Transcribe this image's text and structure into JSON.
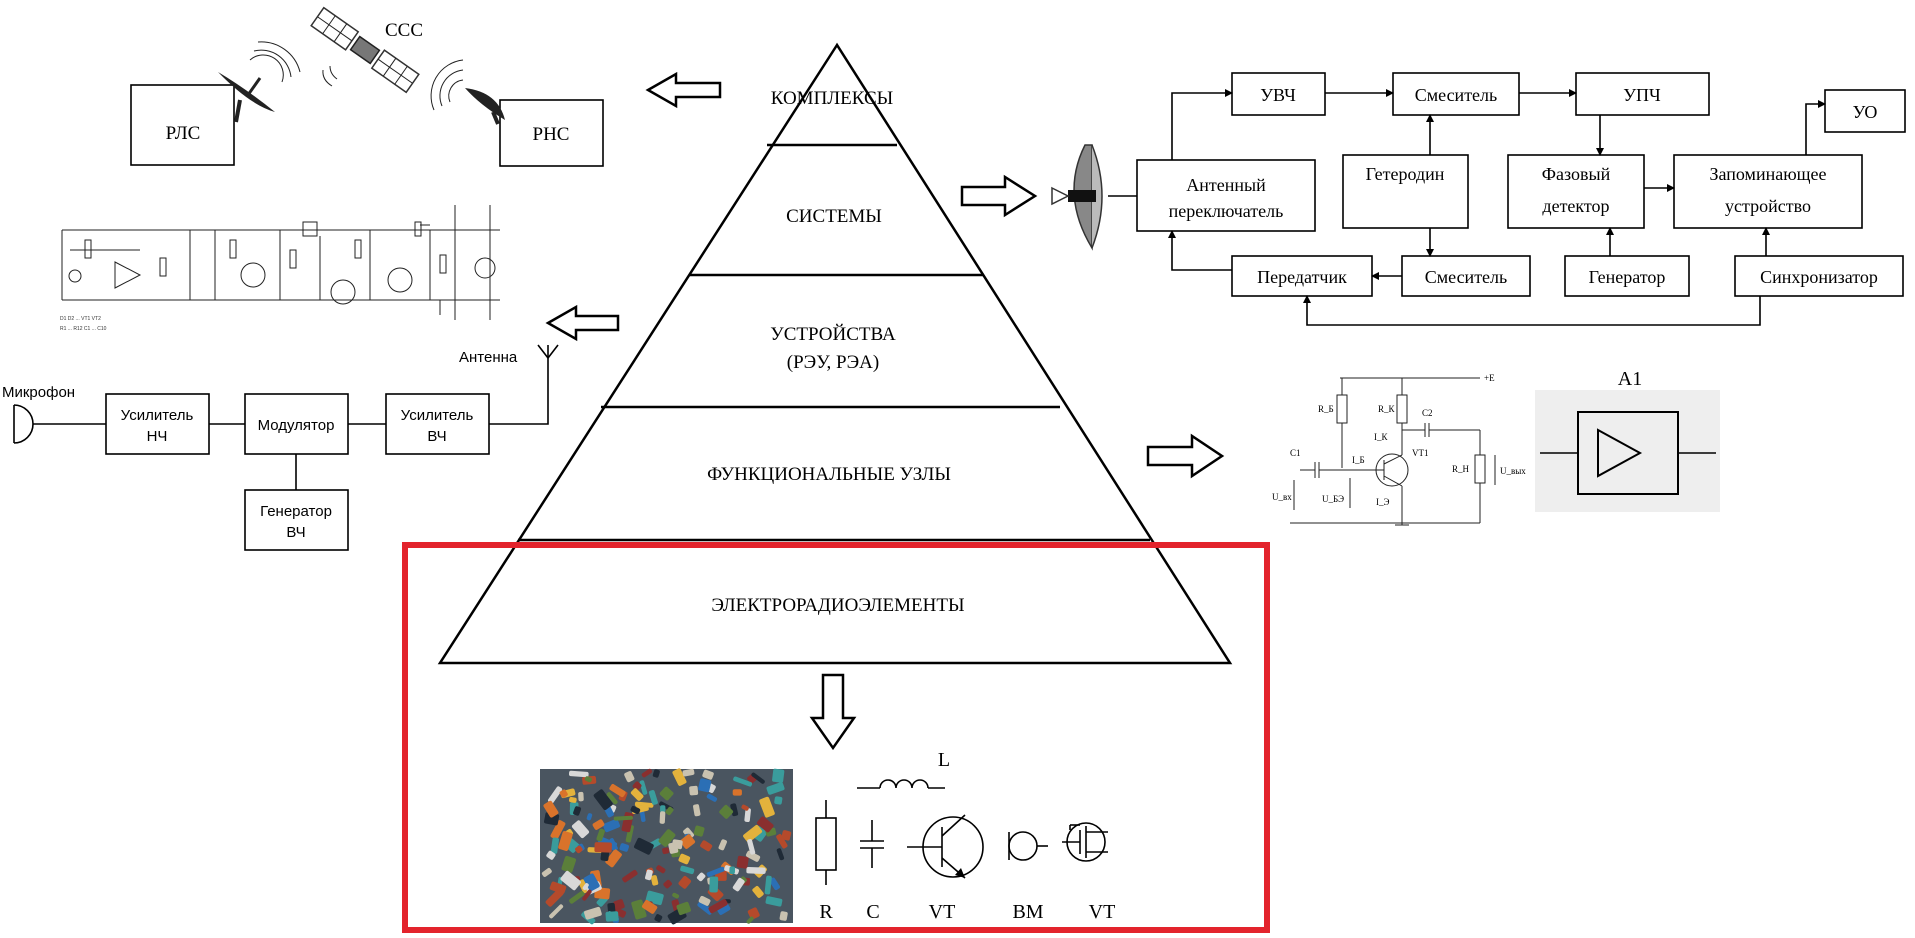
{
  "pyramid": {
    "levels": [
      {
        "label": "КОМПЛЕКСЫ"
      },
      {
        "label": "СИСТЕМЫ"
      },
      {
        "label": "УСТРОЙСТВА",
        "sublabel": "(РЭУ, РЭА)"
      },
      {
        "label": "ФУНКЦИОНАЛЬНЫЕ УЗЛЫ"
      },
      {
        "label": "ЭЛЕКТРОРАДИОЭЛЕМЕНТЫ"
      }
    ],
    "highlight_color": "#e3232c"
  },
  "complexes": {
    "satellite_label": "ССС",
    "radar_label": "РЛС",
    "navigation_label": "РНС"
  },
  "system_diagram": {
    "blocks": {
      "uvch": "УВЧ",
      "mixer_top": "Смеситель",
      "upch": "УПЧ",
      "uo": "УО",
      "antenna_switch": [
        "Антенный",
        "переключатель"
      ],
      "heterodyne": "Гетеродин",
      "phase_detector": [
        "Фазовый",
        "детектор"
      ],
      "memory_device": [
        "Запоминающее",
        "устройство"
      ],
      "transmitter": "Передатчик",
      "mixer_bottom": "Смеситель",
      "generator": "Генератор",
      "synchronizer": "Синхронизатор"
    }
  },
  "device_diagram": {
    "antenna_label": "Антенна",
    "microphone_label": "Микрофон",
    "blocks": {
      "lf_amp": [
        "Усилитель",
        "НЧ"
      ],
      "modulator": "Модулятор",
      "hf_amp": [
        "Усилитель",
        "ВЧ"
      ],
      "hf_generator": [
        "Генератор",
        "ВЧ"
      ]
    }
  },
  "functional_unit": {
    "block_label": "A1",
    "circuit_labels": {
      "supply": "+E",
      "rb": "R_Б",
      "rk": "R_К",
      "c1": "C1",
      "c2": "C2",
      "vt": "VT1",
      "rn": "R_Н",
      "uin": "U_вх",
      "uout": "U_вых",
      "ube": "U_БЭ",
      "ib": "I_Б",
      "ik": "I_К",
      "ie": "I_Э"
    }
  },
  "elements": {
    "inductor_label": "L",
    "symbol_labels": [
      "R",
      "C",
      "VT",
      "BM",
      "VT"
    ]
  }
}
